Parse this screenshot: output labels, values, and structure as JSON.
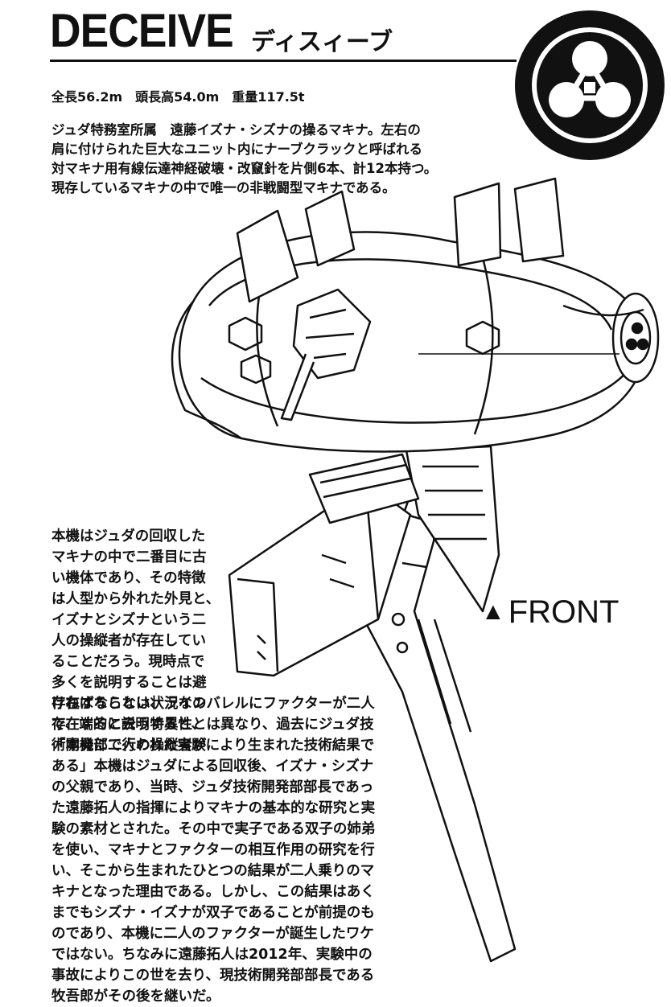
{
  "header": {
    "title": "DECEIVE",
    "kana": "ディスィーブ",
    "emblem_icon": "three-circle-crest-icon"
  },
  "specs": "全長56.2m　頭長高54.0m　重量117.5t",
  "description": [
    "ジュダ特務室所属　遠藤イズナ・シズナの操るマキナ。左右の",
    "肩に付けられた巨大なユニット内にナーブクラックと呼ばれる",
    "対マキナ用有線伝達神経破壊・改竄針を片側6本、計12本持つ。",
    "現存しているマキナの中で唯一の非戦闘型マキナである。"
  ],
  "view_label": "FRONT",
  "body_left": [
    "本機はジュダの回収した",
    "マキナの中で二番目に古",
    "い機体であり、その特徴",
    "は人型から外れた外見と、",
    "イズナとシズナという二",
    "人の操縦者が存在してい",
    "ることだろう。現時点で",
    "多くを説明することは避",
    "けねばならない状況なの",
    "で、端的に説明すると、",
    "「本機に二人の操縦者が"
  ],
  "body_full": [
    "存在することは、ラインバレルにファクターが二人",
    "存在すると云う特異性とは異なり、過去にジュダ技",
    "術開発部で行われた実験により生まれた技術結果で",
    "ある」本機はジュダによる回収後、イズナ・シズナ",
    "の父親であり、当時、ジュダ技術開発部部長であっ",
    "た遠藤拓人の指揮によりマキナの基本的な研究と実",
    "験の素材とされた。その中で実子である双子の姉弟",
    "を使い、マキナとファクターの相互作用の研究を行",
    "い、そこから生まれたひとつの結果が二人乗りのマ",
    "キナとなった理由である。しかし、この結果はあく",
    "までもシズナ・イズナが双子であることが前提のも",
    "のであり、本機に二人のファクターが誕生したワケ",
    "ではない。ちなみに遠藤拓人は2012年、実験中の",
    "事故によりこの世を去り、現技術開発部部長である",
    "牧吾郎がその後を継いだ。"
  ]
}
